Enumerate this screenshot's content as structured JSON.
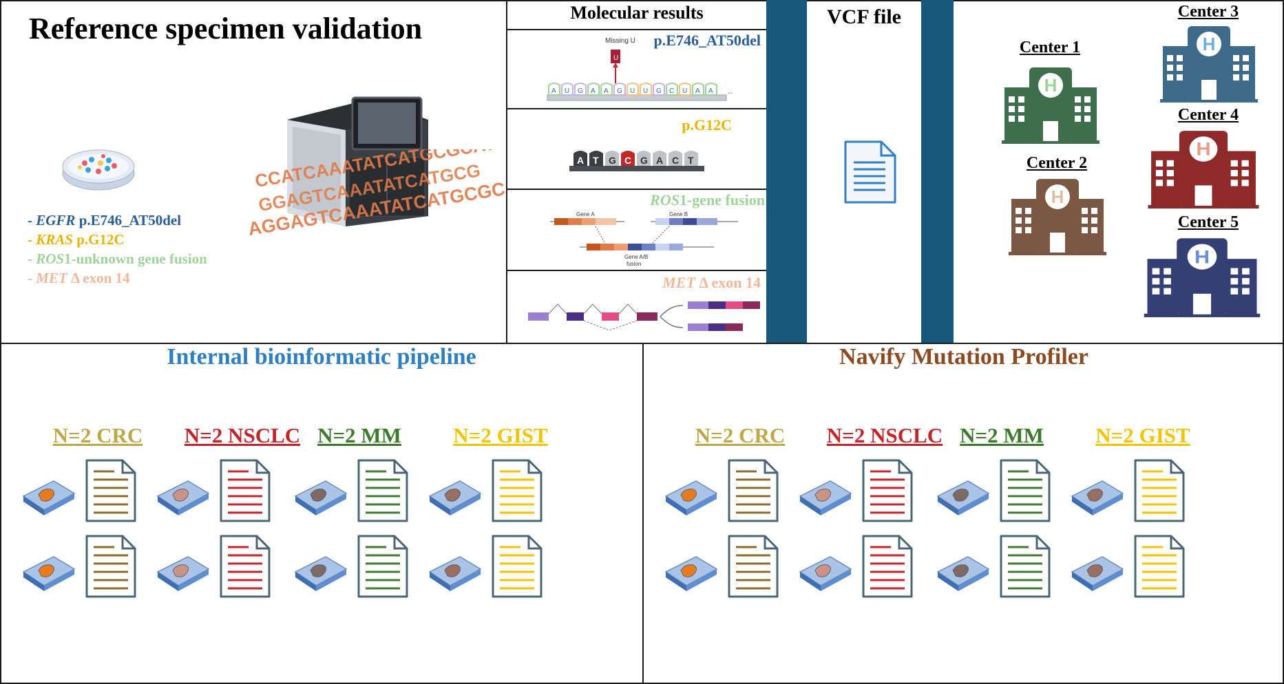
{
  "header": {
    "title": "Reference specimen validation",
    "mutations": [
      {
        "gene": "EGFR",
        "rest": " p.E746_AT50del",
        "color": "#2b5d97",
        "prefix": "- "
      },
      {
        "gene": "KRAS",
        "rest": " p.G12C",
        "color": "#e8b400",
        "prefix": "- "
      },
      {
        "gene": "ROS",
        "rest": "1-unknown gene fusion",
        "color": "#9fd39a",
        "prefix": "- "
      },
      {
        "gene": "MET",
        "rest": " Δ exon 14",
        "color": "#f0b79a",
        "prefix": "- "
      }
    ],
    "dna_lines": [
      "CCATCAAATATCATGCGCAT",
      "GGAGTCAAATATCATGCG",
      "AGGAGTCAAATATCATGCGCAT"
    ]
  },
  "molecular": {
    "title": "Molecular results",
    "cells": [
      {
        "label": "p.E746_AT50del",
        "color": "#2b5d97",
        "note": "Missing U",
        "bases": [
          "A",
          "U",
          "G",
          "A",
          "A",
          "G",
          "U",
          "U",
          "G",
          "C",
          "U",
          "A",
          "A"
        ]
      },
      {
        "label": "p.G12C",
        "color": "#e8b400",
        "bases": [
          "A",
          "T",
          "G",
          "C",
          "G",
          "A",
          "C",
          "T"
        ]
      },
      {
        "label_italic": "ROS",
        "label_rest": "1-gene fusion",
        "color": "#9fd39a",
        "gene_a": "Gene A",
        "gene_b": "Gene B",
        "fusion": "Gene A/B",
        "fusion2": "fusion"
      },
      {
        "label_italic": "MET",
        "label_rest": " Δ exon 14",
        "color": "#f0b79a"
      }
    ]
  },
  "vcf": {
    "title": "VCF file"
  },
  "centers": [
    {
      "name": "Center 1",
      "color": "#3e6e4c",
      "h_color": "#9fd39a"
    },
    {
      "name": "Center 2",
      "color": "#7b5844",
      "h_color": "#d9c19e"
    },
    {
      "name": "Center 3",
      "color": "#3f6b8a",
      "h_color": "#6ab0e0"
    },
    {
      "name": "Center 4",
      "color": "#8e2a2a",
      "h_color": "#e69a8a"
    },
    {
      "name": "Center 5",
      "color": "#343f73",
      "h_color": "#6b8fd6"
    }
  ],
  "pipelines": [
    {
      "title": "Internal bioinformatic pipeline",
      "color": "#2f7fc1"
    },
    {
      "title": "Navify Mutation Profiler",
      "color": "#8a4a22"
    }
  ],
  "groups": [
    {
      "label": "N=2 CRC",
      "color": "#bfa84a",
      "doc_color": "#8a6b2a",
      "tissue": "#e87a20"
    },
    {
      "label": "N=2 NSCLC",
      "color": "#c0262c",
      "doc_color": "#c0262c",
      "tissue": "#c99487"
    },
    {
      "label": "N=2 MM",
      "color": "#3c7a2c",
      "doc_color": "#3c7a2c",
      "tissue": "#7d6a66"
    },
    {
      "label": "N=2 GIST",
      "color": "#f2c400",
      "doc_color": "#f2c400",
      "tissue": "#9a6f62"
    }
  ]
}
